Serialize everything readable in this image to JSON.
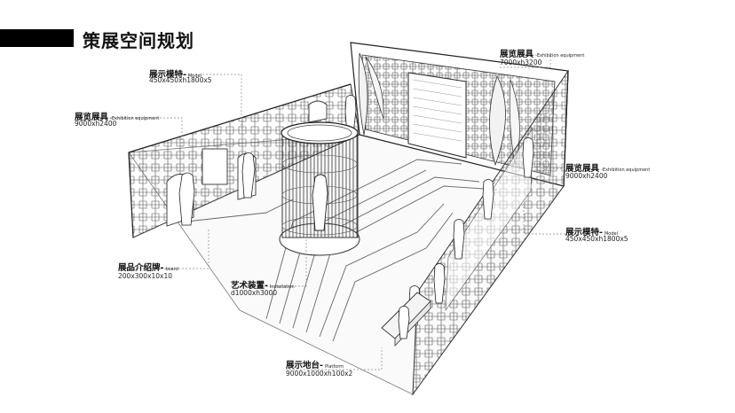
{
  "title": "策展空间规划",
  "annotations": [
    {
      "id": "model_left",
      "cn": "展示模特-",
      "en": "Model",
      "dims": "450x450xh1800x5"
    },
    {
      "id": "equip_left",
      "cn": "展览展具",
      "en": "-Exhibition equipment",
      "dims": "9000xh2400"
    },
    {
      "id": "equip_back",
      "cn": "展览展具",
      "en": "-Exhibition equipment",
      "dims": "7000xh3200"
    },
    {
      "id": "equip_right",
      "cn": "展览展具",
      "en": "-Exhibition equipment",
      "dims": "9000xh2400"
    },
    {
      "id": "model_right",
      "cn": "展示模特-",
      "en": "Model",
      "dims": "450x450xh1800x5"
    },
    {
      "id": "board",
      "cn": "展品介绍牌-",
      "en": "board",
      "dims": "200x300x10x10"
    },
    {
      "id": "installation",
      "cn": "艺术装置-",
      "en": "Installation",
      "dims": "d1000xh3000"
    },
    {
      "id": "platform",
      "cn": "展示地台-",
      "en": "Platform",
      "dims": "9000x1000xh100x2"
    }
  ]
}
